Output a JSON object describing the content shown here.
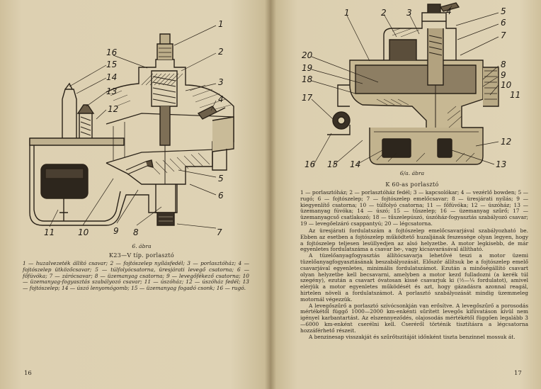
{
  "left_page": {
    "figure_caption": "6. ábra",
    "figure_numbers": [
      "1",
      "2",
      "3",
      "4",
      "5",
      "6",
      "7",
      "8",
      "9",
      "10",
      "11",
      "12",
      "13",
      "14",
      "15",
      "16"
    ],
    "title": "K23—V típ. porlasztó",
    "legend": "1 — huzalvezeték állító csavar; 2 — fojtószelep nyílásfedél; 3 — porlasztóház; 4 — fojtószelep ütközőcsavar; 5 — túlfolyócsatorna, üresjárati levegő csatorna; 6 — főfúvóka; 7 — zárócsavar; 8 — üzemanyag csatorna; 9 — levegőfékező csatorna; 10 — üzemanyag-fogyasztás szabályozó csavar; 11 — úszóház; 12 — úszóház fedél; 13 — fojtószelep; 14 — úszó lenyomógomb; 15 — üzemanyag fogadó csonk; 16 — rugó.",
    "page_number": "16"
  },
  "right_page": {
    "figure_caption": "6/a. ábra",
    "figure_numbers": [
      "1",
      "2",
      "3",
      "4",
      "5",
      "6",
      "7",
      "8",
      "9",
      "10",
      "11",
      "12",
      "13",
      "14",
      "15",
      "16",
      "17",
      "18",
      "19",
      "20"
    ],
    "title": "K 60-as porlasztó",
    "legend": "1 — porlasztóház; 2 — porlasztóház fedél; 3 — kapcsolókar; 4 — vezérlő bowden; 5 — rugó; 6 — fojtószelep; 7 — fojtószelep emelőcsavar; 8 — üresjárati nyílás; 9 — kiegyenlítő csatorna; 10 — túlfolyó csatorna; 11 — főfúvóka; 12 — úszóház; 13 — üzemanyag fúvóka; 14 — úszó; 15 — tűszelep; 16 — üzemanyag szűrő; 17 — üzemanyagcső csatlakozó; 18 — tűszelepúszó, úszóház-fogyasztás szabályozó csavar; 19 — levegőelzáró csappantyú; 20 — légcsatorna.",
    "paragraphs": [
      "Az üresjárati fordulatszám a fojtószelep emelőcsavarjával szabályozható be. Ebben az esetben a fojtószelep működtető huzaljának feszessége olyan legyen, hogy a fojtószelep teljesen lesüllyedjen az alsó helyzetbe. A motor legkisebb, de már egyenletes fordulatszáma a csavar be-, vagy kicsavarásával állítható.",
      "A tüzelőanyagfogyasztás állítócsavarja lehetővé teszi a motor üzemi tüzelőanyagfogyasztásának beszabályozását. Először állítsuk be a fojtószelep emelő csavarjával egyenletes, minimális fordulatszámot. Ezután a minőségállító csavart olyan helyzetbe kell becsavarni, amelyben a motor kezd fulladozni (a kerék túl szegény), ezután a csavart óvatosan kissé csavarjuk ki (½—¼ fordulatot), amivel elérjük a motor egyenletes működését és azt, hogy gázadásra azonnal reagál, hirtelen növeli a fordulatszámot. A porlasztó szabályozását mindig üzemmeleg motornál végezzük.",
      "A levegőszűrő a porlasztó szívócsonkján van erősítve. A levegőszűrő a porosodás mértékétől függő 1000—2000 km-enkénti sűrített levegős kifúvatáson kívül nem igényel karbantartást. Az elszennyeződés, olajosodás mértékétől függően legalább 3—6000 km-enként cserélni kell. Cseréről történik tisztításra a légcsatorna hozzáférhető részeit.",
      "A benzinesap visszakját és szűrőtszitáját időnként tiszta benzinnel mossuk át."
    ],
    "page_number": "17"
  }
}
